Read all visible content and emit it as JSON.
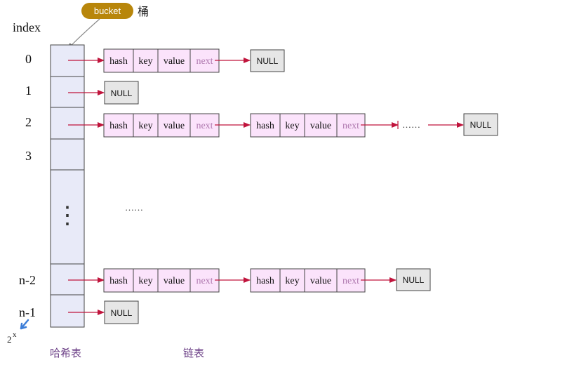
{
  "header": {
    "bucket_badge": "bucket",
    "bucket_label": "桶",
    "index_label": "index"
  },
  "indices": [
    "0",
    "1",
    "2",
    "3",
    "n-2",
    "n-1"
  ],
  "table_dots": "⋮",
  "middle_dots": "……",
  "chain_dots": "……",
  "node_fields": [
    "hash",
    "key",
    "value",
    "next"
  ],
  "null_label": "NULL",
  "power_label": {
    "base": "2",
    "exp": "x"
  },
  "footer": {
    "hash_table_label": "哈希表",
    "linked_list_label": "链表"
  },
  "colors": {
    "bucket_badge": "#b8860b",
    "table_fill": "#e8eaf8",
    "node_fill": "#fbe3fb",
    "null_fill": "#e6e6e6",
    "arrow": "#c0143c",
    "next_text": "#b07ab0",
    "footer_text": "#6b3f86",
    "power_arrow": "#3d7ed8"
  }
}
